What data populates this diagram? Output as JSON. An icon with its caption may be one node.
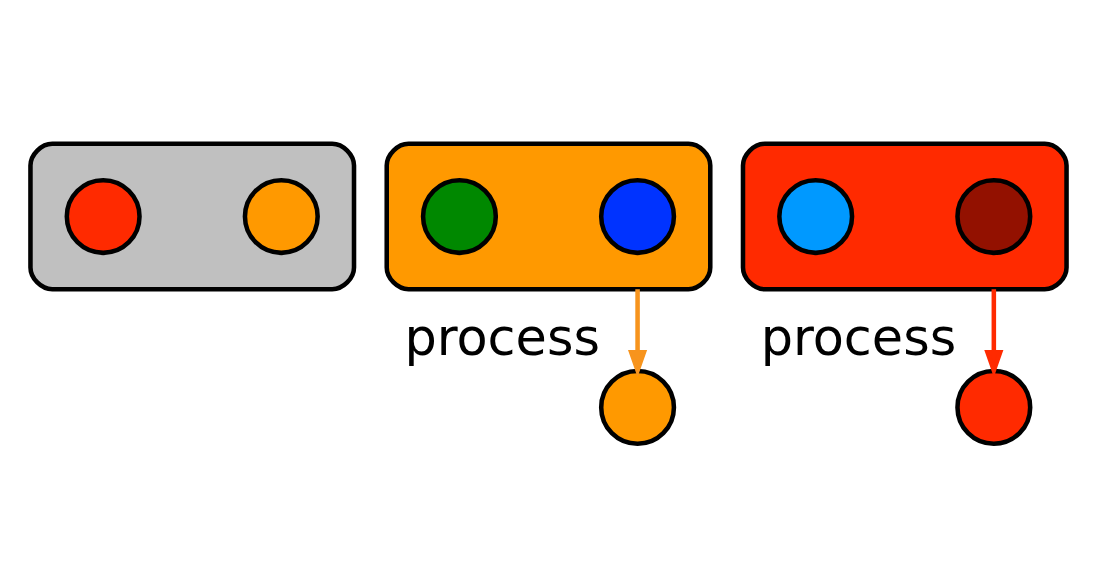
{
  "diagram": {
    "nodes": [
      {
        "text": [],
        "shape": "ellipse"
      },
      {
        "text": [],
        "shape": "circle",
        "in": 0
      },
      {
        "text": [],
        "shape": "circle",
        "in": 0
      },
      {
        "text": [],
        "shape": "ellipse"
      },
      {
        "text": [],
        "shape": "circle",
        "in": 3
      },
      {
        "text": [],
        "shape": "circle",
        "in": 3
      },
      {
        "text": [],
        "shape": "ellipse"
      },
      {
        "text": [],
        "shape": "circle",
        "in": 6
      },
      {
        "text": [],
        "shape": "circle",
        "in": 6
      },
      {
        "text": [],
        "shape": "circle",
        "beside": [
          "process"
        ]
      },
      {
        "text": [],
        "shape": "circle",
        "beside": [
          "process"
        ]
      }
    ],
    "edges": [
      {
        "from": 3,
        "to": 9,
        "arrow": "to",
        "color": "#f7941d"
      },
      {
        "from": 6,
        "to": 10,
        "arrow": "to",
        "color": "#ff2a00"
      }
    ]
  }
}
